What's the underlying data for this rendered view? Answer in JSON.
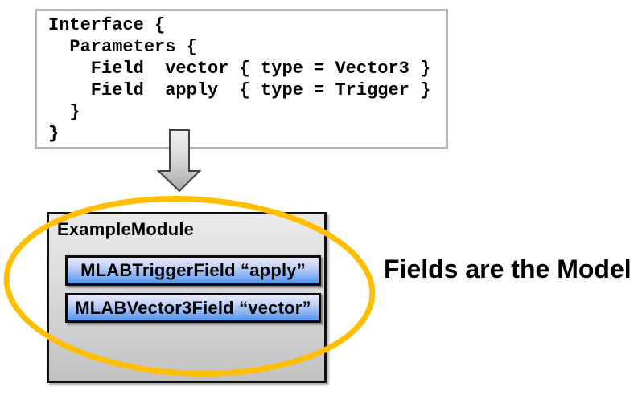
{
  "code": {
    "lines": [
      "Interface {",
      "  Parameters {",
      "    Field  vector { type = Vector3 }",
      "    Field  apply  { type = Trigger }",
      "  }",
      "}"
    ]
  },
  "module": {
    "title": "ExampleModule",
    "fields": [
      {
        "label": "MLABTriggerField “apply”"
      },
      {
        "label": "MLABVector3Field “vector”"
      }
    ]
  },
  "caption": {
    "text": "Fields are the Model"
  },
  "colors": {
    "highlight_ellipse": "#FFBF00",
    "field_gradient_top": "#E7E9FA",
    "field_gradient_bottom": "#4F93EA",
    "module_gradient_top": "#EAEAEA",
    "module_gradient_bottom": "#C2C2C2",
    "code_box_border": "#B3B3B3",
    "arrow_fill_top": "#F0F0F0",
    "arrow_fill_bottom": "#A6A6A6",
    "arrow_stroke": "#404040"
  },
  "icons": {
    "down_arrow": "block-arrow-down",
    "highlight": "ellipse-annotation"
  }
}
